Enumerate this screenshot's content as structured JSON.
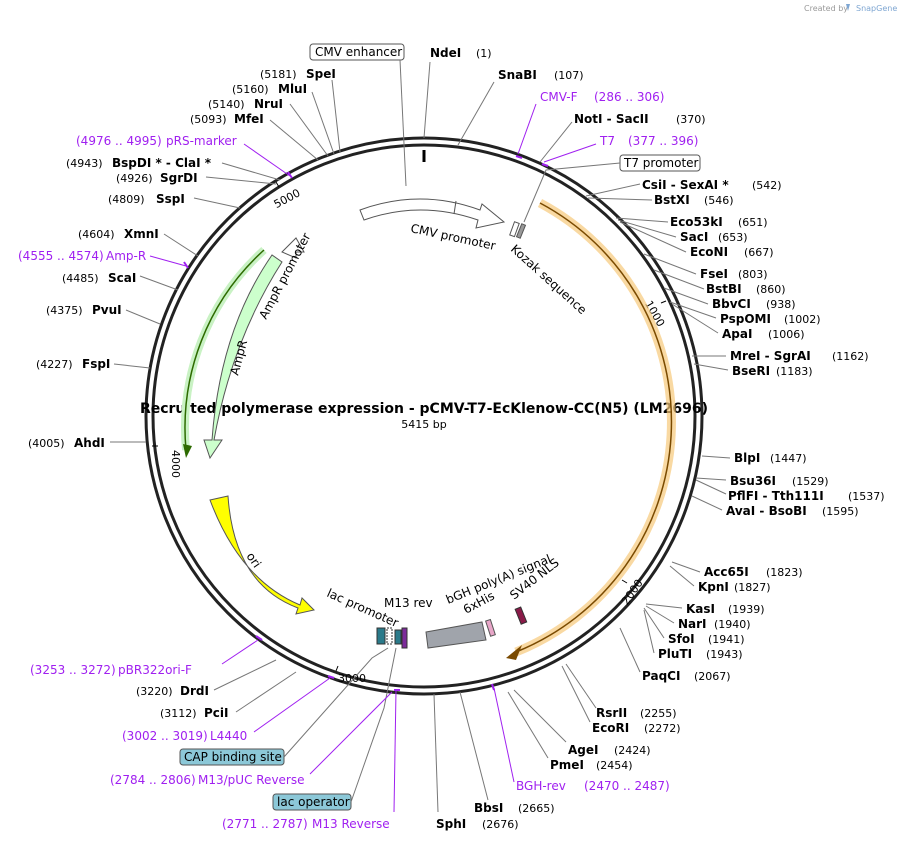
{
  "credit": {
    "created_by": "Created by",
    "brand": "SnapGene",
    "brand_color": "#8fb3d9"
  },
  "plasmid": {
    "title": "Recruited polymerase expression - pCMV-T7-EcKlenow-CC(N5) (LM2696)",
    "length": "5415 bp",
    "tick_labels": [
      "1000",
      "2000",
      "3000",
      "4000",
      "5000"
    ]
  },
  "sites": [
    {
      "name": "NdeI",
      "pos": "(1)"
    },
    {
      "name": "SnaBI",
      "pos": "(107)"
    },
    {
      "name": "NotI - SacII",
      "pos": "(370)"
    },
    {
      "name": "CsiI - SexAI *",
      "pos": "(542)"
    },
    {
      "name": "BstXI",
      "pos": "(546)"
    },
    {
      "name": "Eco53kI",
      "pos": "(651)"
    },
    {
      "name": "SacI",
      "pos": "(653)"
    },
    {
      "name": "EcoNI",
      "pos": "(667)"
    },
    {
      "name": "FseI",
      "pos": "(803)"
    },
    {
      "name": "BstBI",
      "pos": "(860)"
    },
    {
      "name": "BbvCI",
      "pos": "(938)"
    },
    {
      "name": "PspOMI",
      "pos": "(1002)"
    },
    {
      "name": "ApaI",
      "pos": "(1006)"
    },
    {
      "name": "MreI - SgrAI",
      "pos": "(1162)"
    },
    {
      "name": "BseRI",
      "pos": "(1183)"
    },
    {
      "name": "BlpI",
      "pos": "(1447)"
    },
    {
      "name": "Bsu36I",
      "pos": "(1529)"
    },
    {
      "name": "PflFI - Tth111I",
      "pos": "(1537)"
    },
    {
      "name": "AvaI - BsoBI",
      "pos": "(1595)"
    },
    {
      "name": "Acc65I",
      "pos": "(1823)"
    },
    {
      "name": "KpnI",
      "pos": "(1827)"
    },
    {
      "name": "KasI",
      "pos": "(1939)"
    },
    {
      "name": "NarI",
      "pos": "(1940)"
    },
    {
      "name": "SfoI",
      "pos": "(1941)"
    },
    {
      "name": "PluTI",
      "pos": "(1943)"
    },
    {
      "name": "PaqCI",
      "pos": "(2067)"
    },
    {
      "name": "RsrII",
      "pos": "(2255)"
    },
    {
      "name": "EcoRI",
      "pos": "(2272)"
    },
    {
      "name": "AgeI",
      "pos": "(2424)"
    },
    {
      "name": "PmeI",
      "pos": "(2454)"
    },
    {
      "name": "BbsI",
      "pos": "(2665)"
    },
    {
      "name": "SphI",
      "pos": "(2676)"
    },
    {
      "name": "PciI",
      "pos": "(3112)"
    },
    {
      "name": "DrdI",
      "pos": "(3220)"
    },
    {
      "name": "AhdI",
      "pos": "(4005)"
    },
    {
      "name": "FspI",
      "pos": "(4227)"
    },
    {
      "name": "PvuI",
      "pos": "(4375)"
    },
    {
      "name": "ScaI",
      "pos": "(4485)"
    },
    {
      "name": "XmnI",
      "pos": "(4604)"
    },
    {
      "name": "SspI",
      "pos": "(4809)"
    },
    {
      "name": "SgrDI",
      "pos": "(4926)"
    },
    {
      "name": "BspDI * - ClaI *",
      "pos": "(4943)"
    },
    {
      "name": "MfeI",
      "pos": "(5093)"
    },
    {
      "name": "NruI",
      "pos": "(5140)"
    },
    {
      "name": "MluI",
      "pos": "(5160)"
    },
    {
      "name": "SpeI",
      "pos": "(5181)"
    }
  ],
  "primers": [
    {
      "name": "CMV-F",
      "pos": "(286 .. 306)"
    },
    {
      "name": "T7",
      "pos": "(377 .. 396)"
    },
    {
      "name": "BGH-rev",
      "pos": "(2470 .. 2487)"
    },
    {
      "name": "M13 Reverse",
      "pos": "(2771 .. 2787)"
    },
    {
      "name": "M13/pUC Reverse",
      "pos": "(2784 .. 2806)"
    },
    {
      "name": "L4440",
      "pos": "(3002 .. 3019)"
    },
    {
      "name": "pBR322ori-F",
      "pos": "(3253 .. 3272)"
    },
    {
      "name": "Amp-R",
      "pos": "(4555 .. 4574)"
    },
    {
      "name": "pRS-marker",
      "pos": "(4976 .. 4995)"
    }
  ],
  "boxed_features": [
    "CMV enhancer",
    "T7 promoter",
    "CAP binding site",
    "lac operator"
  ],
  "features": [
    "CMV promoter",
    "Kozak sequence",
    "AmpR promoter",
    "AmpR",
    "ori",
    "lac promoter",
    "M13 rev",
    "bGH poly(A) signal",
    "6xHis",
    "SV40 NLS"
  ],
  "colors": {
    "primer": "#a020f0",
    "cds_orange": "#f5a623",
    "ampr_green": "#ccffcc",
    "ori_yellow": "#ffff00",
    "polyA_gray": "#a0a4ab",
    "cap_box": "#8cc8d8",
    "lac_operator_box": "#8cc8d8"
  }
}
